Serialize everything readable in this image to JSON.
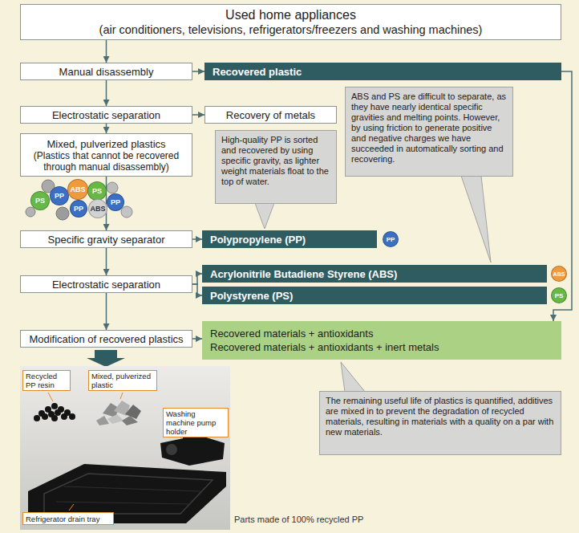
{
  "diagram": {
    "nodes": [
      {
        "text": [
          "Used home appliances",
          "(air conditioners, televisions, refrigerators/freezers and washing machines)"
        ]
      },
      {
        "text": [
          "Manual disassembly"
        ]
      },
      {
        "text": [
          "Recovered plastic"
        ]
      },
      {
        "text": [
          "ABS and PS are difficult to separate, as they have nearly identical specific gravities and melting points. However, by using friction to generate positive and negative charges we have succeeded in automatically sorting and recovering."
        ]
      },
      {
        "text": [
          "Electrostatic separation"
        ]
      },
      {
        "text": [
          "Recovery of metals"
        ]
      },
      {
        "text": [
          "High-quality PP is sorted and recovered by using specific gravity, as lighter weight materials float to the top of water."
        ]
      },
      {
        "text": [
          "Mixed, pulverized plastics",
          "(Plastics that cannot be recovered through manual disassembly)"
        ]
      },
      {
        "text": [
          "PS"
        ]
      },
      {
        "text": [
          "PP"
        ]
      },
      {
        "text": [
          "ABS"
        ]
      },
      {
        "text": [
          "PS"
        ]
      },
      {
        "text": [
          "PP"
        ]
      },
      {
        "text": [
          "ABS"
        ]
      },
      {
        "text": [
          "PP"
        ]
      },
      {
        "text": [
          "Specific gravity separator"
        ]
      },
      {
        "text": [
          "Polypropylene (PP)"
        ]
      },
      {
        "text": [
          "PP"
        ]
      },
      {
        "text": [
          "Acrylonitrile Butadiene Styrene (ABS)"
        ]
      },
      {
        "text": [
          "ABS"
        ]
      },
      {
        "text": [
          "Electrostatic separation"
        ]
      },
      {
        "text": [
          "Polystyrene (PS)"
        ]
      },
      {
        "text": [
          "PS"
        ]
      },
      {
        "text": [
          "Modification of recovered plastics"
        ]
      },
      {
        "text": [
          "Recovered materials + antioxidants",
          "Recovered materials + antioxidants + inert metals"
        ]
      },
      {
        "text": [
          "The remaining useful life of plastics is quantified, additives are mixed in to prevent the degradation of recycled materials, resulting in materials with a quality on a par with new materials."
        ]
      },
      {
        "text": [
          "Recycled PP resin"
        ]
      },
      {
        "text": [
          "Mixed, pulverized plastic"
        ]
      },
      {
        "text": [
          "Washing machine pump holder"
        ]
      },
      {
        "text": [
          "Refrigerator drain tray"
        ]
      }
    ],
    "edges": [
      {
        "from": 0,
        "to": 1,
        "arrow": "to"
      },
      {
        "from": 1,
        "to": 4,
        "arrow": "to"
      },
      {
        "from": 4,
        "to": 7,
        "arrow": "to"
      },
      {
        "from": 7,
        "to": 15,
        "arrow": "to"
      },
      {
        "from": 15,
        "to": 20,
        "arrow": "to"
      },
      {
        "from": 20,
        "to": 23,
        "arrow": "to"
      },
      {
        "from": 1,
        "to": 2,
        "arrow": "to"
      },
      {
        "from": 4,
        "to": 5,
        "arrow": "to"
      },
      {
        "from": 15,
        "to": 16,
        "arrow": "to"
      },
      {
        "from": 20,
        "to": 18,
        "arrow": "to"
      },
      {
        "from": 20,
        "to": 21,
        "arrow": "to"
      },
      {
        "from": 23,
        "to": 24,
        "arrow": "to"
      },
      {
        "from": 2,
        "to": 24,
        "arrow": "to"
      }
    ],
    "labels": [
      "Parts made of 100% recycled PP"
    ]
  }
}
